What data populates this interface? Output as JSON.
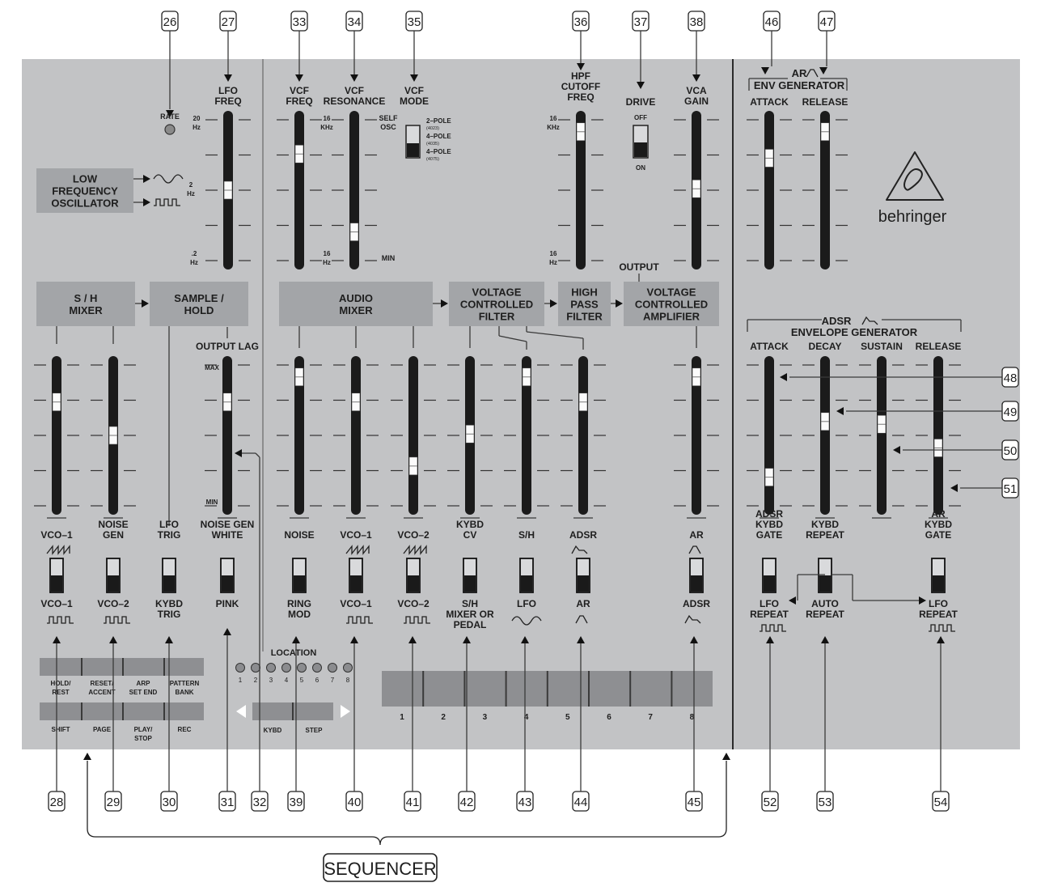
{
  "callout_numbers": {
    "n26": "26",
    "n27": "27",
    "n33": "33",
    "n34": "34",
    "n35": "35",
    "n36": "36",
    "n37": "37",
    "n38": "38",
    "n46": "46",
    "n47": "47",
    "n48": "48",
    "n49": "49",
    "n50": "50",
    "n51": "51",
    "n28": "28",
    "n29": "29",
    "n30": "30",
    "n31": "31",
    "n32": "32",
    "n39": "39",
    "n40": "40",
    "n41": "41",
    "n42": "42",
    "n43": "43",
    "n44": "44",
    "n45": "45",
    "n52": "52",
    "n53": "53",
    "n54": "54"
  },
  "sequencer_label": "SEQUENCER",
  "blocks": {
    "lfo": [
      "LOW",
      "FREQUENCY",
      "OSCILLATOR"
    ],
    "sh_mixer": [
      "S / H",
      "MIXER"
    ],
    "sample_hold": [
      "SAMPLE /",
      "HOLD"
    ],
    "audio_mixer": [
      "AUDIO",
      "MIXER"
    ],
    "vcf": [
      "VOLTAGE",
      "CONTROLLED",
      "FILTER"
    ],
    "hpf": [
      "HIGH",
      "PASS",
      "FILTER"
    ],
    "vca": [
      "VOLTAGE",
      "CONTROLLED",
      "AMPLIFIER"
    ]
  },
  "labels": {
    "rate": "RATE",
    "lfo_freq": [
      "LFO",
      "FREQ"
    ],
    "lfo_scale": [
      "20",
      "Hz",
      "2",
      "Hz",
      ".2",
      "Hz"
    ],
    "vcf_freq": [
      "VCF",
      "FREQ"
    ],
    "vcf_res": [
      "VCF",
      "RESONANCE"
    ],
    "vcf_mode": [
      "VCF",
      "MODE"
    ],
    "vcf_freq_scale": [
      "16",
      "KHz",
      "16",
      "Hz"
    ],
    "res_scale": [
      "SELF",
      "OSC",
      "MIN"
    ],
    "mode_opts": [
      "2–POLE",
      "(4023)",
      "4–POLE",
      "(4035)",
      "4–POLE",
      "(4075)"
    ],
    "hpf_cutoff": [
      "HPF",
      "CUTOFF",
      "FREQ"
    ],
    "hpf_scale": [
      "16",
      "KHz",
      "16",
      "Hz"
    ],
    "drive": "DRIVE",
    "drive_opts": [
      "OFF",
      "ON"
    ],
    "vca_gain": [
      "VCA",
      "GAIN"
    ],
    "ar_env": [
      "AR",
      "ENV GENERATOR"
    ],
    "attack": "ATTACK",
    "release": "RELEASE",
    "output": "OUTPUT",
    "adsr_env": [
      "ADSR",
      "ENVELOPE GENERATOR"
    ],
    "adsr_stages": [
      "ATTACK",
      "DECAY",
      "SUSTAIN",
      "RELEASE"
    ],
    "output_lag": "OUTPUT LAG",
    "lag_scale": [
      "MAX",
      "MIN"
    ],
    "brand": "behringer"
  },
  "slider_levels": {
    "lfo_freq": 0.5,
    "vcf_freq": 0.76,
    "vcf_res": 0.2,
    "hpf": 0.92,
    "vca_gain": 0.51,
    "ar_attack": 0.73,
    "ar_release": 0.92,
    "sh_vco1": 0.74,
    "sh_noise": 0.5,
    "lag": 0.74,
    "mix_noise": 0.92,
    "mix_vco1": 0.74,
    "mix_vco2": 0.28,
    "vcf_kybd": 0.51,
    "vcf_sh": 0.92,
    "vcf_adsr": 0.74,
    "vca_ar": 0.92,
    "adsr_attack": 0.2,
    "adsr_decay": 0.6,
    "adsr_sustain": 0.58,
    "adsr_release": 0.41
  },
  "switch_labels": {
    "sw1": {
      "top": [
        "VCO–1"
      ],
      "bottom": [
        "VCO–1"
      ]
    },
    "sw2": {
      "top": [
        "NOISE",
        "GEN"
      ],
      "bottom": [
        "VCO–2"
      ]
    },
    "sw3": {
      "top": [
        "LFO",
        "TRIG"
      ],
      "bottom": [
        "KYBD",
        "TRIG"
      ]
    },
    "sw4": {
      "top": [
        "NOISE GEN",
        "WHITE"
      ],
      "bottom": [
        "PINK"
      ]
    },
    "sw5": {
      "top": [
        "NOISE"
      ],
      "bottom": [
        "RING",
        "MOD"
      ]
    },
    "sw6": {
      "top": [
        "VCO–1"
      ],
      "bottom": [
        "VCO–1"
      ]
    },
    "sw7": {
      "top": [
        "VCO–2"
      ],
      "bottom": [
        "VCO–2"
      ]
    },
    "sw8": {
      "top": [
        "KYBD",
        "CV"
      ],
      "bottom": [
        "S/H",
        "MIXER OR",
        "PEDAL"
      ]
    },
    "sw9": {
      "top": [
        "S/H"
      ],
      "bottom": [
        "LFO"
      ]
    },
    "sw10": {
      "top": [
        "ADSR"
      ],
      "bottom": [
        "AR"
      ]
    },
    "sw11": {
      "top": [
        "AR"
      ],
      "bottom": [
        "ADSR"
      ]
    },
    "sw12": {
      "top": [
        "ADSR",
        "KYBD",
        "GATE"
      ],
      "bottom": [
        "LFO",
        "REPEAT"
      ]
    },
    "sw13": {
      "top": [
        "KYBD",
        "REPEAT"
      ],
      "bottom": [
        "AUTO",
        "REPEAT"
      ]
    },
    "sw14": {
      "top": [
        "AR",
        "KYBD",
        "GATE"
      ],
      "bottom": [
        "LFO",
        "REPEAT"
      ]
    }
  },
  "sequencer": {
    "location": "LOCATION",
    "leds": [
      "1",
      "2",
      "3",
      "4",
      "5",
      "6",
      "7",
      "8"
    ],
    "buttons_row1": [
      [
        "HOLD/",
        "REST"
      ],
      [
        "RESET/",
        "ACCENT"
      ],
      [
        "ARP",
        "SET END"
      ],
      [
        "PATTERN",
        "BANK"
      ]
    ],
    "buttons_row2": [
      "SHIFT",
      "PAGE",
      "PLAY/\nSTOP",
      "REC"
    ],
    "kybd": "KYBD",
    "step": "STEP",
    "step_keys": [
      "1",
      "2",
      "3",
      "4",
      "5",
      "6",
      "7",
      "8"
    ]
  },
  "colors": {
    "panel": "#c2c3c5",
    "block": "#a3a5a8",
    "slot": "#1b1b1b",
    "line": "#3a3a3a"
  }
}
